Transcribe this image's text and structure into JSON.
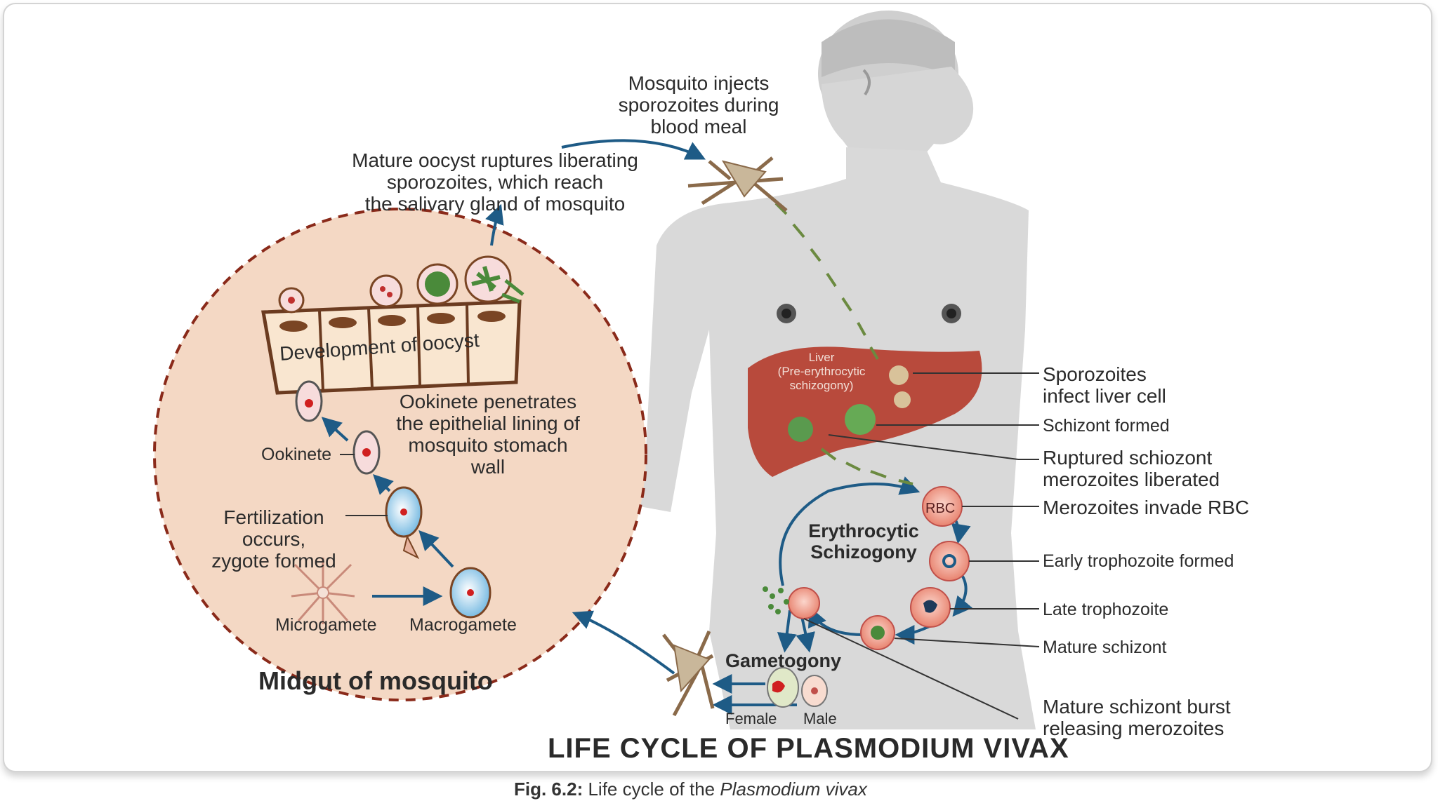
{
  "title": "LIFE CYCLE OF PLASMODIUM VIVAX",
  "caption": {
    "prefix": "Fig. 6.2:",
    "text": " Life cycle of the ",
    "species": "Plasmodium vivax"
  },
  "midgut": {
    "title": "Midgut of mosquito",
    "oocyst_label": "Development of oocyst",
    "ookinete_desc": [
      "Ookinete penetrates",
      "the epithelial lining of",
      "mosquito stomach",
      "wall"
    ],
    "ookinete_label": "Ookinete",
    "fertilization": [
      "Fertilization",
      "occurs,",
      "zygote formed"
    ],
    "microgamete": "Microgamete",
    "macrogamete": "Macrogamete"
  },
  "top": {
    "injects": [
      "Mosquito injects",
      "sporozoites during",
      "blood meal"
    ],
    "oocyst_ruptures": [
      "Mature oocyst ruptures liberating",
      "sporozoites, which reach",
      "the salivary gland of mosquito"
    ]
  },
  "liver": {
    "label": [
      "Liver",
      "(Pre-erythrocytic",
      "schizogony)"
    ]
  },
  "right_labels": {
    "sporozoites": [
      "Sporozoites",
      "infect liver cell"
    ],
    "schizont": "Schizont formed",
    "ruptured": [
      "Ruptured schiozont",
      "merozoites liberated"
    ],
    "merozoites": "Merozoites invade RBC",
    "early": "Early trophozoite formed",
    "late": "Late trophozoite",
    "mature": "Mature schizont",
    "burst": [
      "Mature schizont burst",
      "releasing merozoites"
    ]
  },
  "cycle": {
    "erythrocytic": [
      "Erythrocytic",
      "Schizogony"
    ],
    "rbc": "RBC",
    "gametogony": "Gametogony",
    "female": "Female",
    "male": "Male"
  },
  "colors": {
    "body": "#d9d9d9",
    "liver": "#b84a3c",
    "midgut": "#f4d8c4",
    "arrow": "#1e5b86",
    "rbc": "#f2a89a",
    "parasite": "#4a8a3a"
  }
}
